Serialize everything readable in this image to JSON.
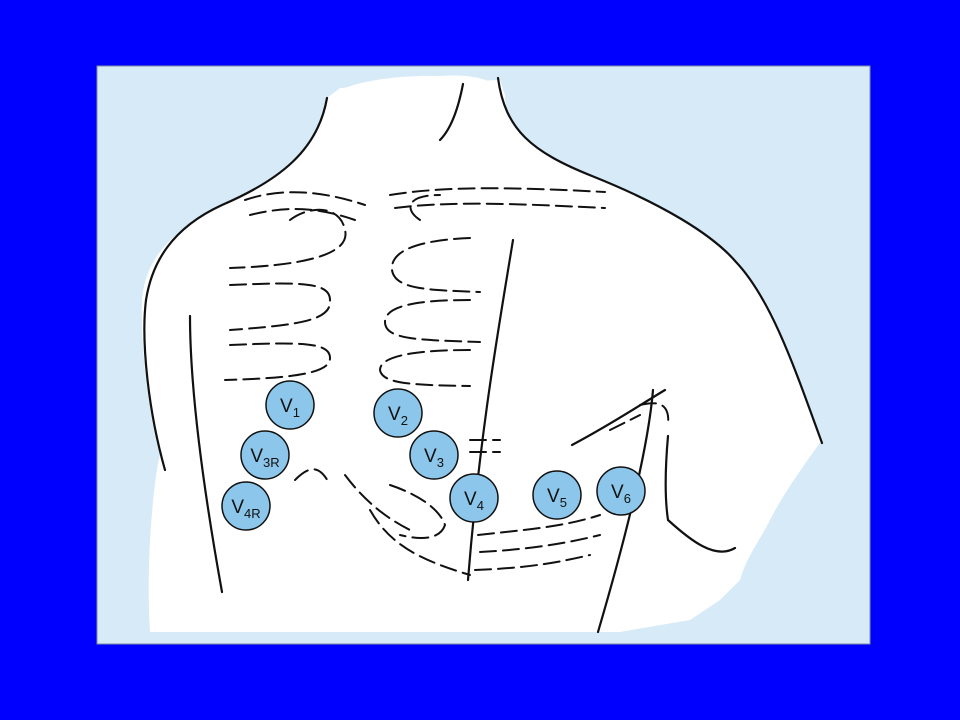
{
  "colors": {
    "background": "#0000ff",
    "panel": "#d6eaf7",
    "body_fill": "#ffffff",
    "outline": "#111111",
    "electrode_fill": "#8cc6ea"
  },
  "electrodes": [
    {
      "id": "v1",
      "main": "V",
      "sub": "1"
    },
    {
      "id": "v2",
      "main": "V",
      "sub": "2"
    },
    {
      "id": "v3r",
      "main": "V",
      "sub": "3R"
    },
    {
      "id": "v3",
      "main": "V",
      "sub": "3"
    },
    {
      "id": "v4r",
      "main": "V",
      "sub": "4R"
    },
    {
      "id": "v4",
      "main": "V",
      "sub": "4"
    },
    {
      "id": "v5",
      "main": "V",
      "sub": "5"
    },
    {
      "id": "v6",
      "main": "V",
      "sub": "6"
    }
  ]
}
